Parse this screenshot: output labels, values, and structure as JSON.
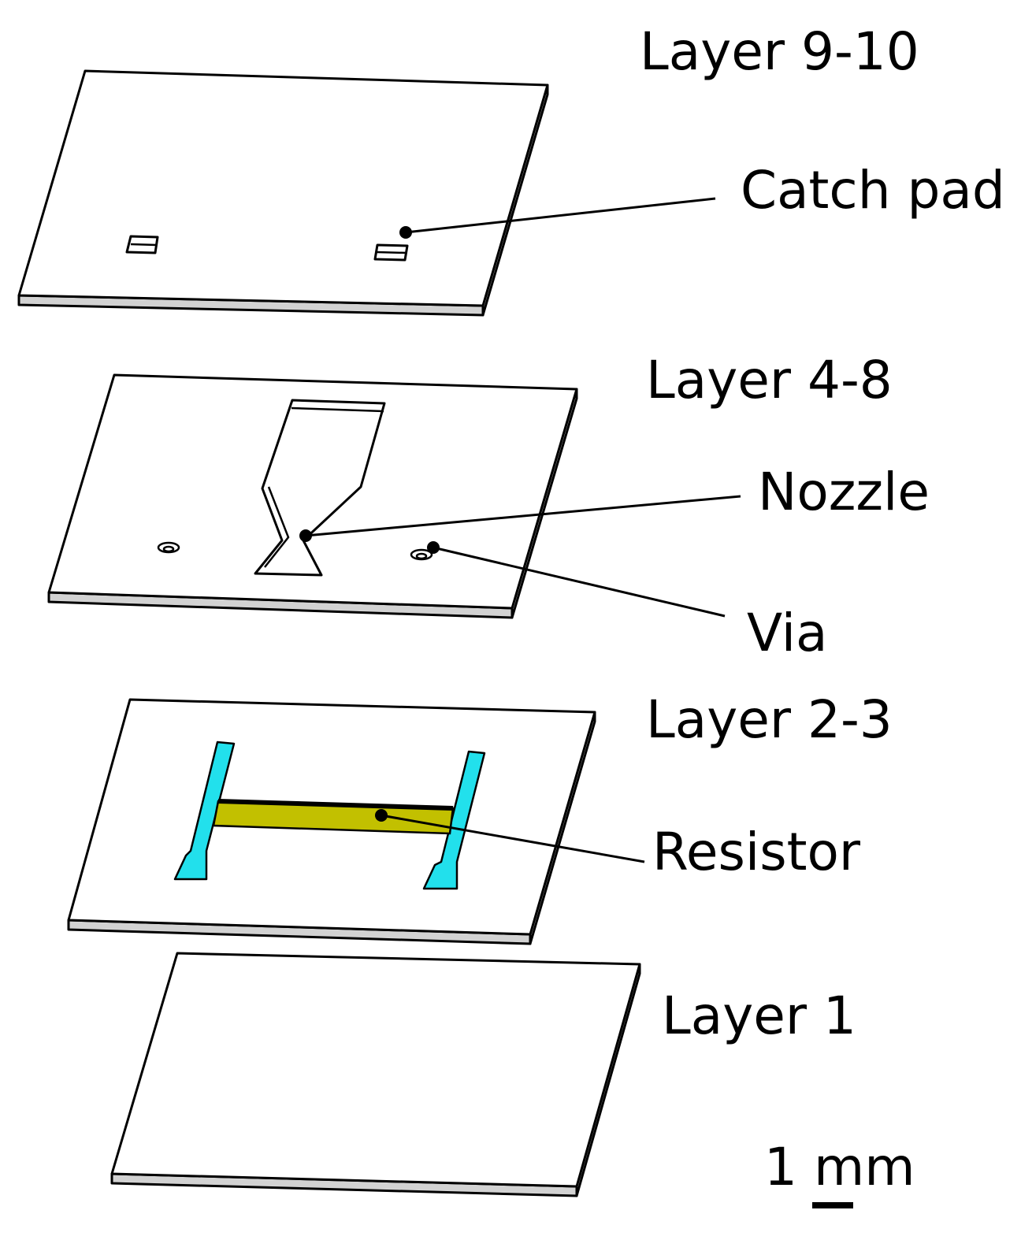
{
  "layers": {
    "l910": "Layer 9-10",
    "l48": "Layer 4-8",
    "l23": "Layer 2-3",
    "l1": "Layer 1"
  },
  "callouts": {
    "catch_pad": "Catch pad",
    "nozzle": "Nozzle",
    "via": "Via",
    "resistor": "Resistor"
  },
  "scale_bar": {
    "label": "1 mm"
  },
  "colors": {
    "electrode": "#22e0ec",
    "resistor": "#c2c000",
    "plate_edge": "#d2d2d2",
    "line": "#000000"
  }
}
